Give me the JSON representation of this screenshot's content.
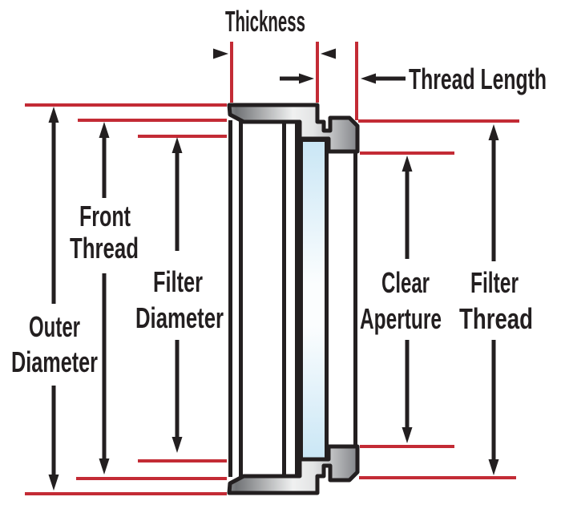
{
  "diagram": {
    "description": "Cross-section dimension diagram of a threaded optical lens filter",
    "labels": {
      "thickness": "Thickness",
      "thread_length": "Thread Length",
      "front_thread": {
        "line1": "Front",
        "line2": "Thread"
      },
      "outer_diameter": {
        "line1": "Outer",
        "line2": "Diameter"
      },
      "filter_diameter": {
        "line1": "Filter",
        "line2": "Diameter"
      },
      "clear_aperture": {
        "line1": "Clear",
        "line2": "Aperture"
      },
      "filter_thread": {
        "line1": "Filter",
        "line2": "Thread"
      }
    },
    "colors": {
      "dimension_line_red": "#c32b35",
      "outline_ink": "#231f20",
      "glass_blue": "#cfe9f7",
      "metal_highlight": "#f0f1f1",
      "metal_shadow": "#717376"
    }
  }
}
